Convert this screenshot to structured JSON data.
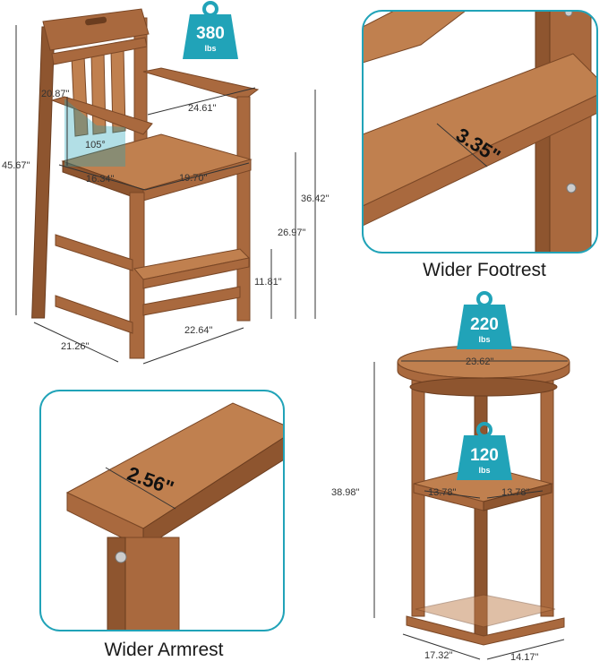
{
  "chair": {
    "weight_value": "380",
    "weight_unit": "lbs",
    "dims": {
      "total_height": "45.67\"",
      "back_height": "20.87\"",
      "arm_width": "24.61\"",
      "angle": "105°",
      "seat_depth": "16.34\"",
      "seat_width": "19.70\"",
      "arm_height": "36.42\"",
      "seat_height": "26.97\"",
      "footrest_height": "11.81\"",
      "base_depth": "21.26\"",
      "base_width": "22.64\""
    }
  },
  "footrest_panel": {
    "dimension": "3.35\"",
    "caption": "Wider Footrest"
  },
  "armrest_panel": {
    "dimension": "2.56\"",
    "caption": "Wider Armrest"
  },
  "table": {
    "top_weight_value": "220",
    "top_weight_unit": "lbs",
    "shelf_weight_value": "120",
    "shelf_weight_unit": "lbs",
    "dims": {
      "top_diameter": "23.62\"",
      "height": "38.98\"",
      "shelf_left": "13.78\"",
      "shelf_right": "13.78\"",
      "base_depth": "17.32\"",
      "base_width": "14.17\""
    }
  },
  "colors": {
    "accent": "#21a3b8",
    "wood": "#a9693e"
  }
}
